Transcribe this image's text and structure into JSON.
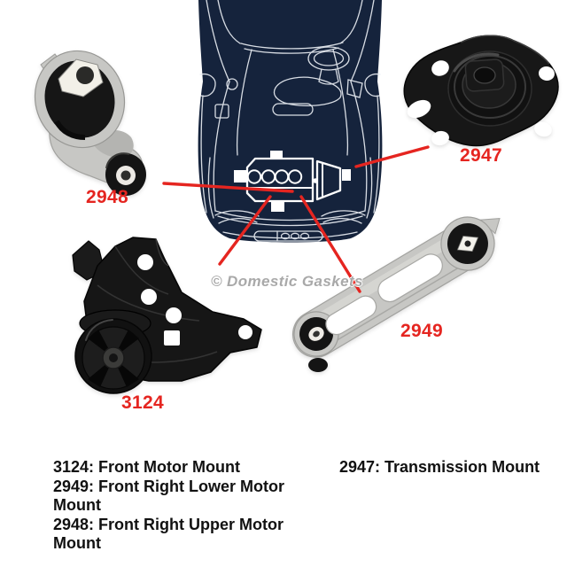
{
  "image_type": "auto-parts product collage",
  "watermark": {
    "text": "© Domestic Gaskets"
  },
  "colors": {
    "background": "#ffffff",
    "car_diagram_navy": "#15233c",
    "car_diagram_lines": "#e9edf3",
    "callout_red": "#e52520",
    "legend_text": "#111111",
    "watermark_gray": "#a9a9a9"
  },
  "callouts": {
    "m2948": "2948",
    "m2947": "2947",
    "m3124": "3124",
    "m2949": "2949"
  },
  "parts": [
    {
      "code": "3124",
      "name": "Front Motor Mount"
    },
    {
      "code": "2949",
      "name": "Front Right Lower Motor Mount"
    },
    {
      "code": "2948",
      "name": "Front Right Upper Motor Mount"
    },
    {
      "code": "2947",
      "name": "Transmission Mount"
    }
  ],
  "legend": {
    "left_lines": [
      "3124: Front Motor Mount",
      "2949: Front Right Lower Motor",
      "Mount",
      "2948: Front Right Upper Motor",
      "Mount"
    ],
    "right_lines": [
      "2947: Transmission Mount"
    ]
  }
}
